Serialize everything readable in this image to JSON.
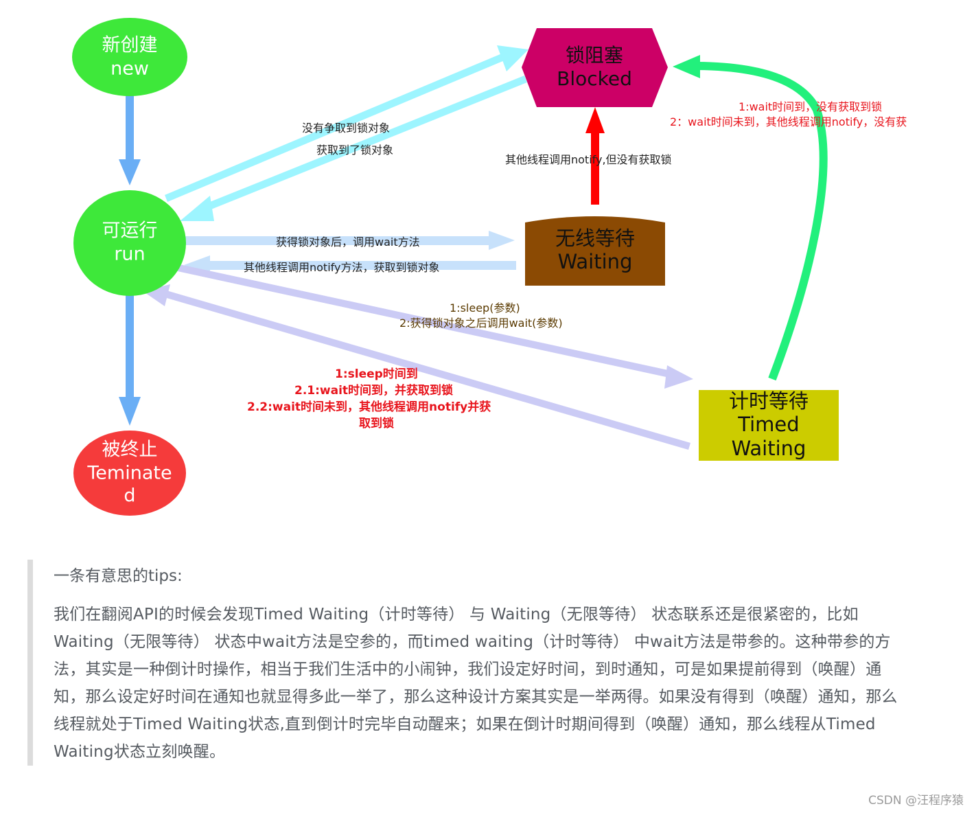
{
  "states": {
    "new": {
      "zh": "新创建",
      "en": "new"
    },
    "run": {
      "zh": "可运行",
      "en": "run"
    },
    "terminated": {
      "zh": "被终止",
      "en_line1": "Teminate",
      "en_line2": "d"
    },
    "blocked": {
      "zh": "锁阻塞",
      "en": "Blocked"
    },
    "waiting": {
      "zh": "无线等待",
      "en": "Waiting"
    },
    "timed_waiting": {
      "zh": "计时等待",
      "en_line1": "Timed",
      "en_line2": "Waiting"
    }
  },
  "edges": {
    "run_to_blocked": "没有争取到锁对象",
    "blocked_to_run": "获取到了锁对象",
    "waiting_to_blocked": "其他线程调用notify,但没有获取锁",
    "timed_to_blocked_1": "1:wait时间到，没有获取到锁",
    "timed_to_blocked_2": "2：wait时间未到，其他线程调用notify，没有获",
    "run_to_waiting": "获得锁对象后，调用wait方法",
    "waiting_to_run": "其他线程调用notify方法，获取到锁对象",
    "run_to_timed_1": "1:sleep(参数)",
    "run_to_timed_2": "2:获得锁对象之后调用wait(参数)",
    "timed_to_run_1": "1:sleep时间到",
    "timed_to_run_2": "2.1:wait时间到，并获取到锁",
    "timed_to_run_3": "2.2:wait时间未到，其他线程调用notify并获",
    "timed_to_run_4": "取到锁"
  },
  "colors": {
    "new": "#3ee83a",
    "run": "#3ee83a",
    "terminated": "#f53b3b",
    "blocked": "#cc0066",
    "waiting": "#8b4a03",
    "timed_waiting": "#cccc00",
    "blue_arrow": "#6aaef5",
    "cyan_arrow": "#9df5ff",
    "lightblue_arrow": "#c7e1fb",
    "lavender_arrow": "#cbcbf5",
    "red_arrow": "#ff0000",
    "green_arrow": "#22f07c"
  },
  "tips": {
    "title": "一条有意思的tips:",
    "body": "我们在翻阅API的时候会发现Timed Waiting（计时等待） 与 Waiting（无限等待） 状态联系还是很紧密的，比如Waiting（无限等待） 状态中wait方法是空参的，而timed waiting（计时等待） 中wait方法是带参的。这种带参的方法，其实是一种倒计时操作，相当于我们生活中的小闹钟，我们设定好时间，到时通知，可是如果提前得到（唤醒）通知，那么设定好时间在通知也就显得多此一举了，那么这种设计方案其实是一举两得。如果没有得到（唤醒）通知，那么线程就处于Timed Waiting状态,直到倒计时完毕自动醒来；如果在倒计时期间得到（唤醒）通知，那么线程从Timed Waiting状态立刻唤醒。"
  },
  "watermark": "CSDN @汪程序猿"
}
